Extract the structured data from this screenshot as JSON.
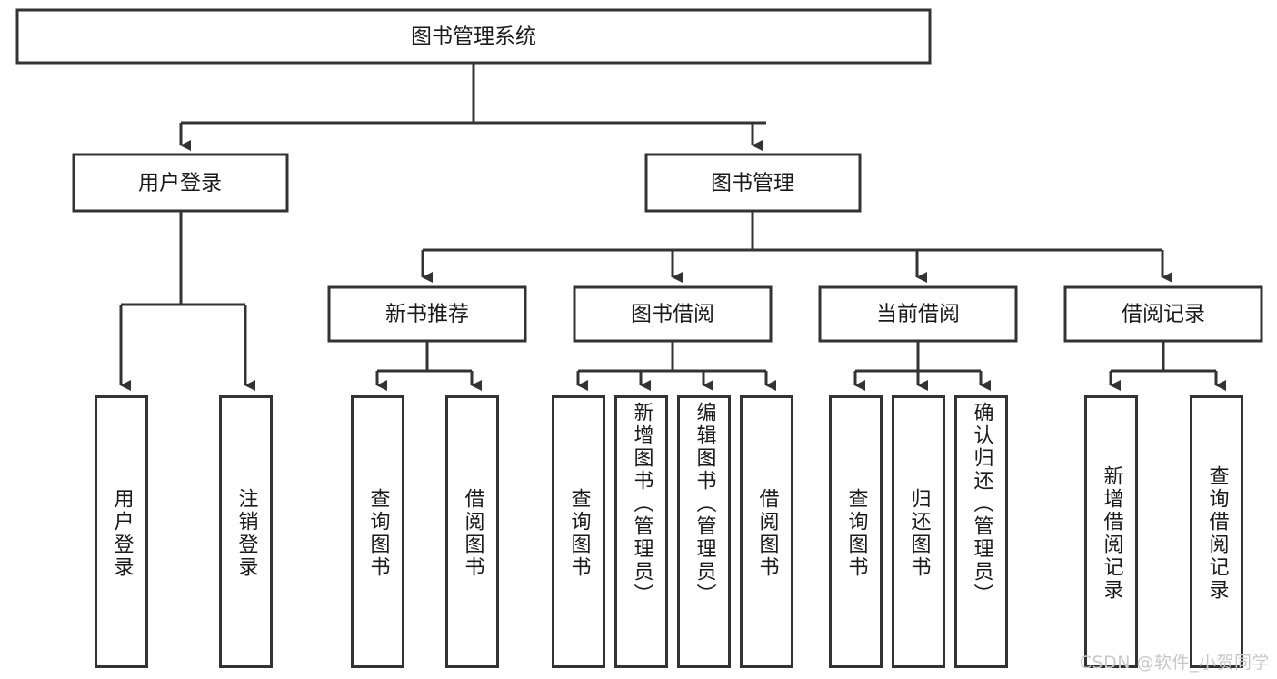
{
  "diagram": {
    "title": "图书管理系统",
    "type": "hierarchy-tree",
    "root": {
      "label": "图书管理系统"
    },
    "level2": [
      {
        "label": "用户登录"
      },
      {
        "label": "图书管理"
      }
    ],
    "level3": [
      {
        "label": "新书推荐"
      },
      {
        "label": "图书借阅"
      },
      {
        "label": "当前借阅"
      },
      {
        "label": "借阅记录"
      }
    ],
    "leaves": {
      "user_login": [
        {
          "label": "用户登录"
        },
        {
          "label": "注销登录"
        }
      ],
      "new_book_recommend": [
        {
          "label": "查询图书"
        },
        {
          "label": "借阅图书"
        }
      ],
      "book_borrow": [
        {
          "label": "查询图书"
        },
        {
          "label": "新增图书（管理员）"
        },
        {
          "label": "编辑图书（管理员）"
        },
        {
          "label": "借阅图书"
        }
      ],
      "current_borrow": [
        {
          "label": "查询图书"
        },
        {
          "label": "归还图书"
        },
        {
          "label": "确认归还（管理员）"
        }
      ],
      "borrow_record": [
        {
          "label": "新增借阅记录"
        },
        {
          "label": "查询借阅记录"
        }
      ]
    }
  },
  "watermark": {
    "text": "CSDN @软件_小贺同学"
  },
  "colors": {
    "stroke": "#333333",
    "box_fill": "#ffffff",
    "text": "#1a1a1a",
    "watermark": "#c9c9c9",
    "background": "#ffffff"
  }
}
